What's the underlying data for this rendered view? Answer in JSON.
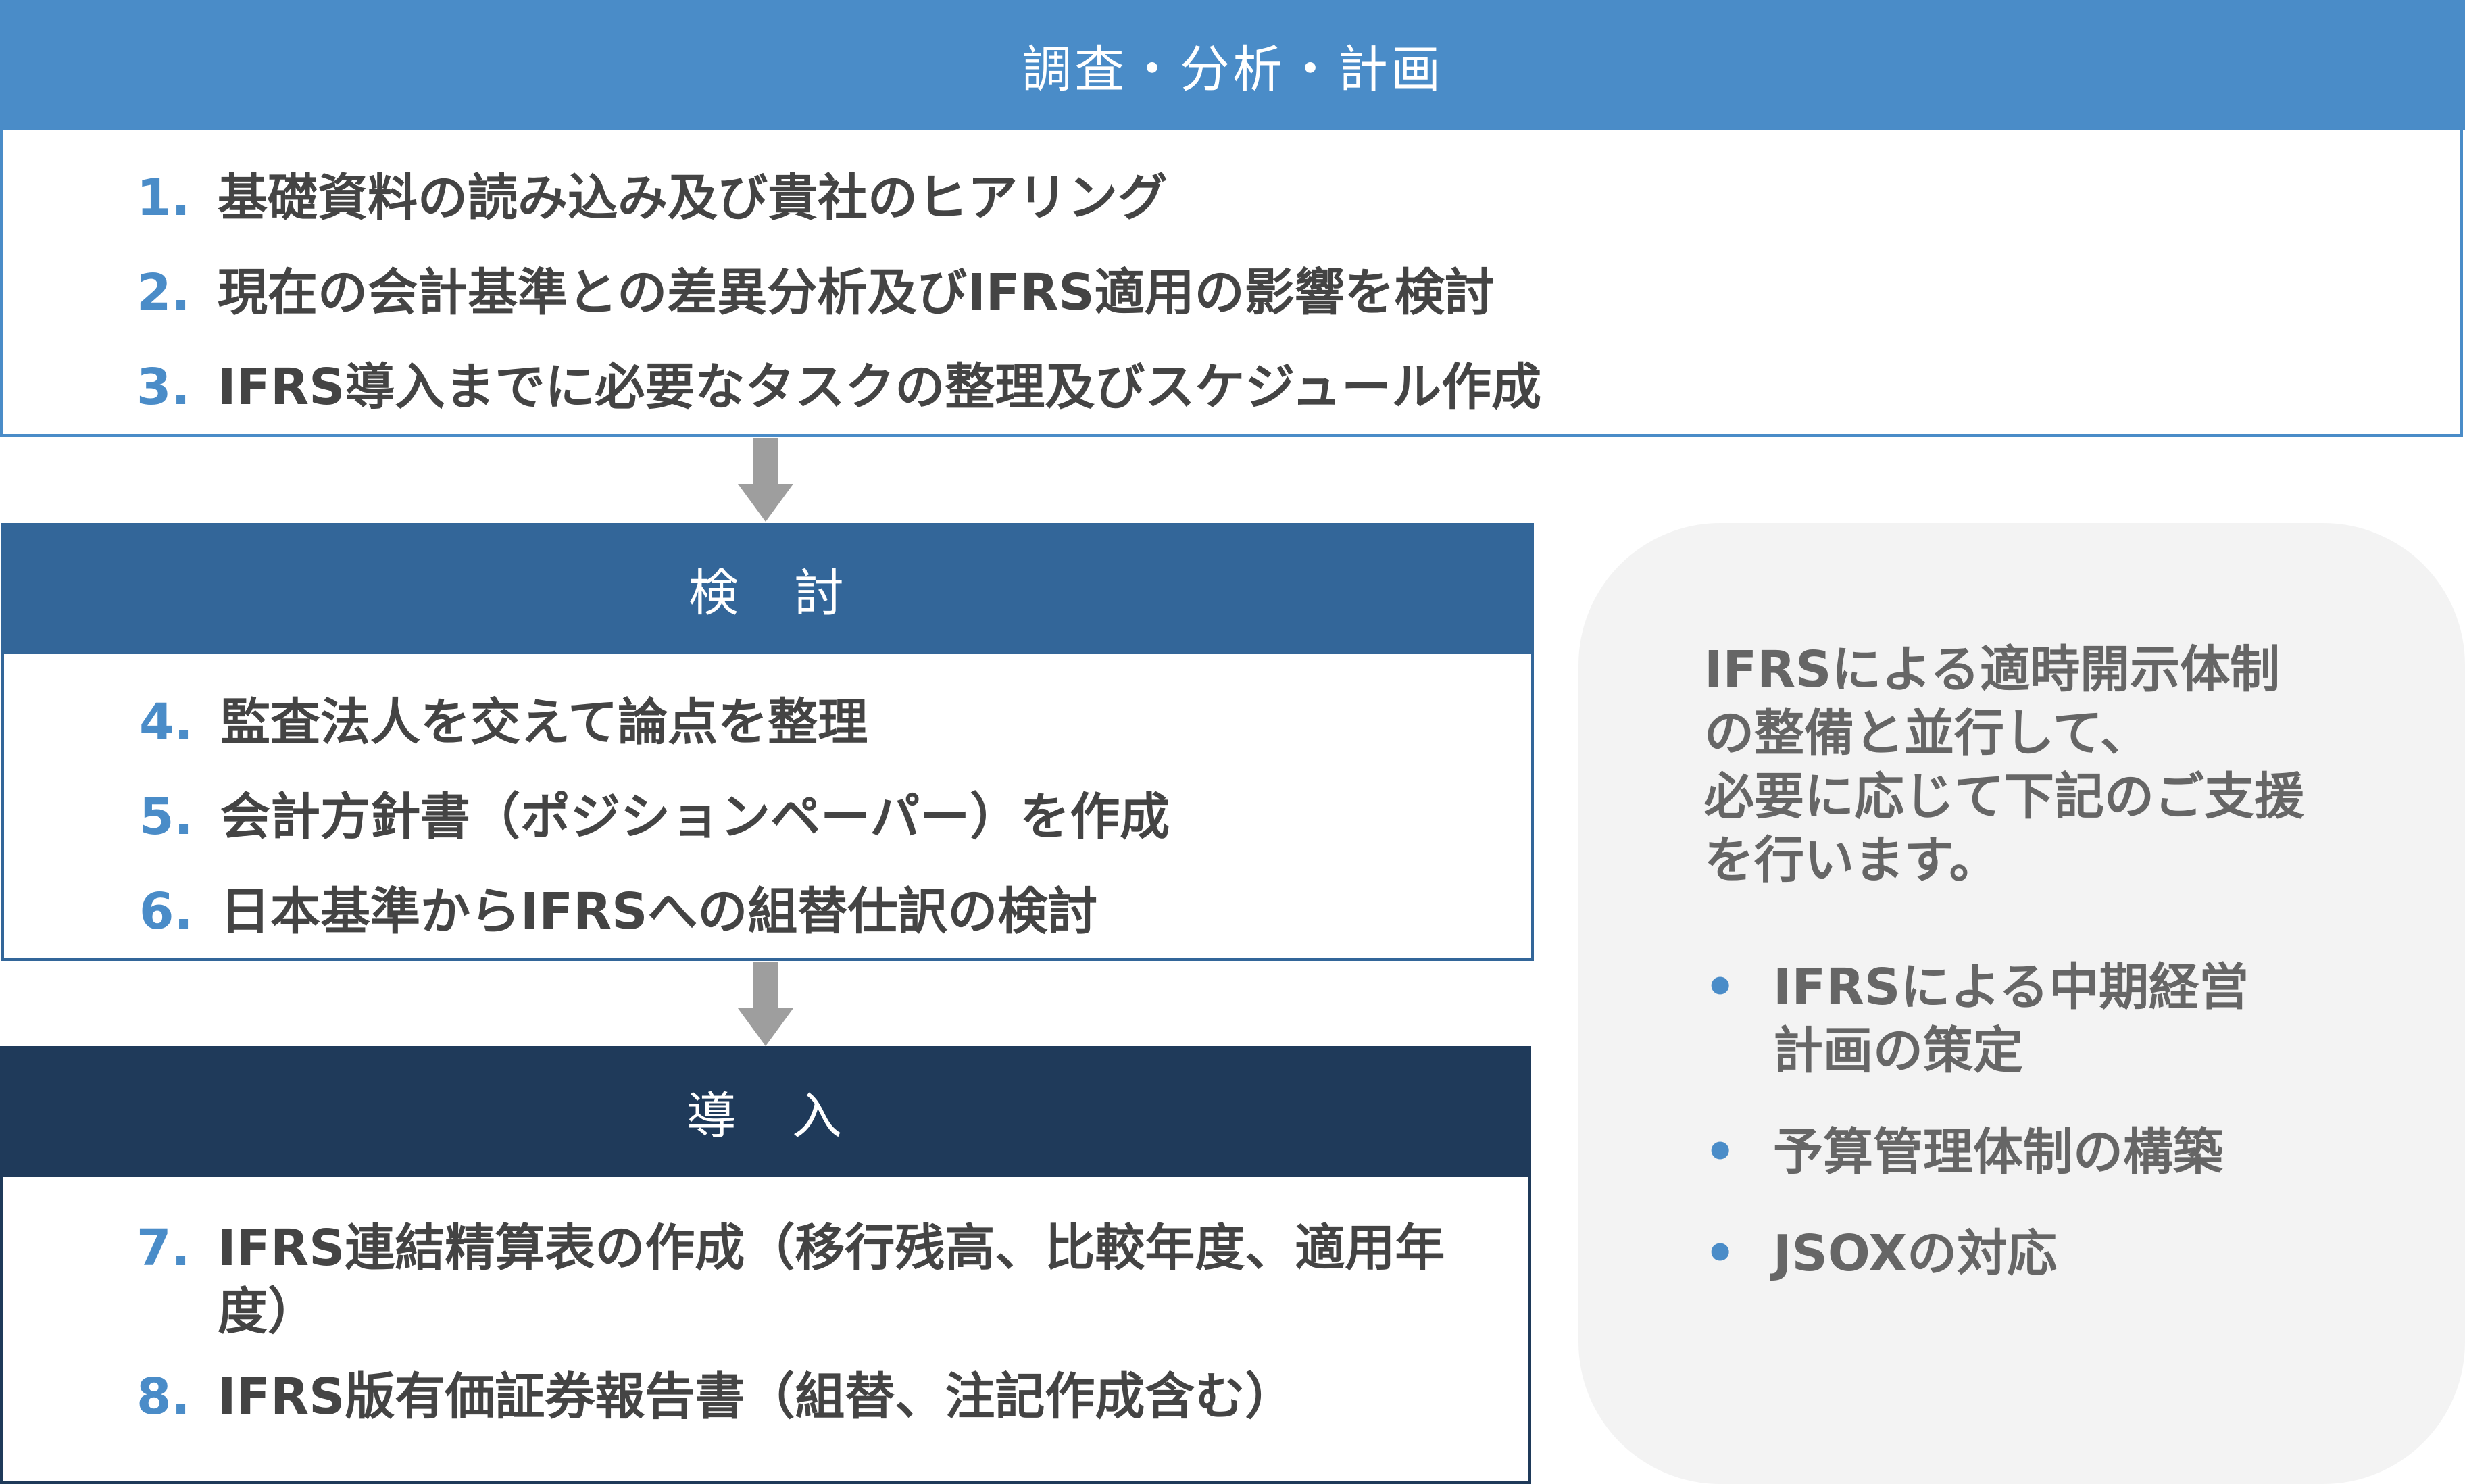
{
  "phases": [
    {
      "title": "調査・分析・計画",
      "color": "#4a8cc8",
      "steps": [
        {
          "num": "1.",
          "text": "基礎資料の読み込み及び貴社のヒアリング"
        },
        {
          "num": "2.",
          "text": "現在の会計基準との差異分析及びIFRS適用の影響を検討"
        },
        {
          "num": "3.",
          "text": "IFRS導入までに必要なタスクの整理及びスケジュール作成"
        }
      ]
    },
    {
      "title": "検　討",
      "color": "#336699",
      "steps": [
        {
          "num": "4.",
          "text": "監査法人を交えて論点を整理"
        },
        {
          "num": "5.",
          "text": "会計方針書（ポジションペーパー）を作成"
        },
        {
          "num": "6.",
          "text": "日本基準からIFRSへの組替仕訳の検討"
        }
      ]
    },
    {
      "title": "導　入",
      "color": "#1f3a5a",
      "steps": [
        {
          "num": "7.",
          "text": "IFRS連結精算表の作成（移行残高、比較年度、適用年度）"
        },
        {
          "num": "8.",
          "text": "IFRS版有価証券報告書（組替、注記作成含む）"
        }
      ]
    }
  ],
  "side_panel": {
    "intro": "IFRSによる適時開示体制\nの整備と並行して、\n必要に応じて下記のご支援\nを行います。",
    "bullet_glyph": "•",
    "items": [
      "IFRSによる中期経営\n計画の策定",
      "予算管理体制の構築",
      "JSOXの対応"
    ]
  },
  "colors": {
    "arrow": "#9e9e9e",
    "step_number": "#4a8cc8",
    "step_text": "#444444",
    "panel_bg": "#f3f3f3",
    "panel_text": "#666666"
  }
}
